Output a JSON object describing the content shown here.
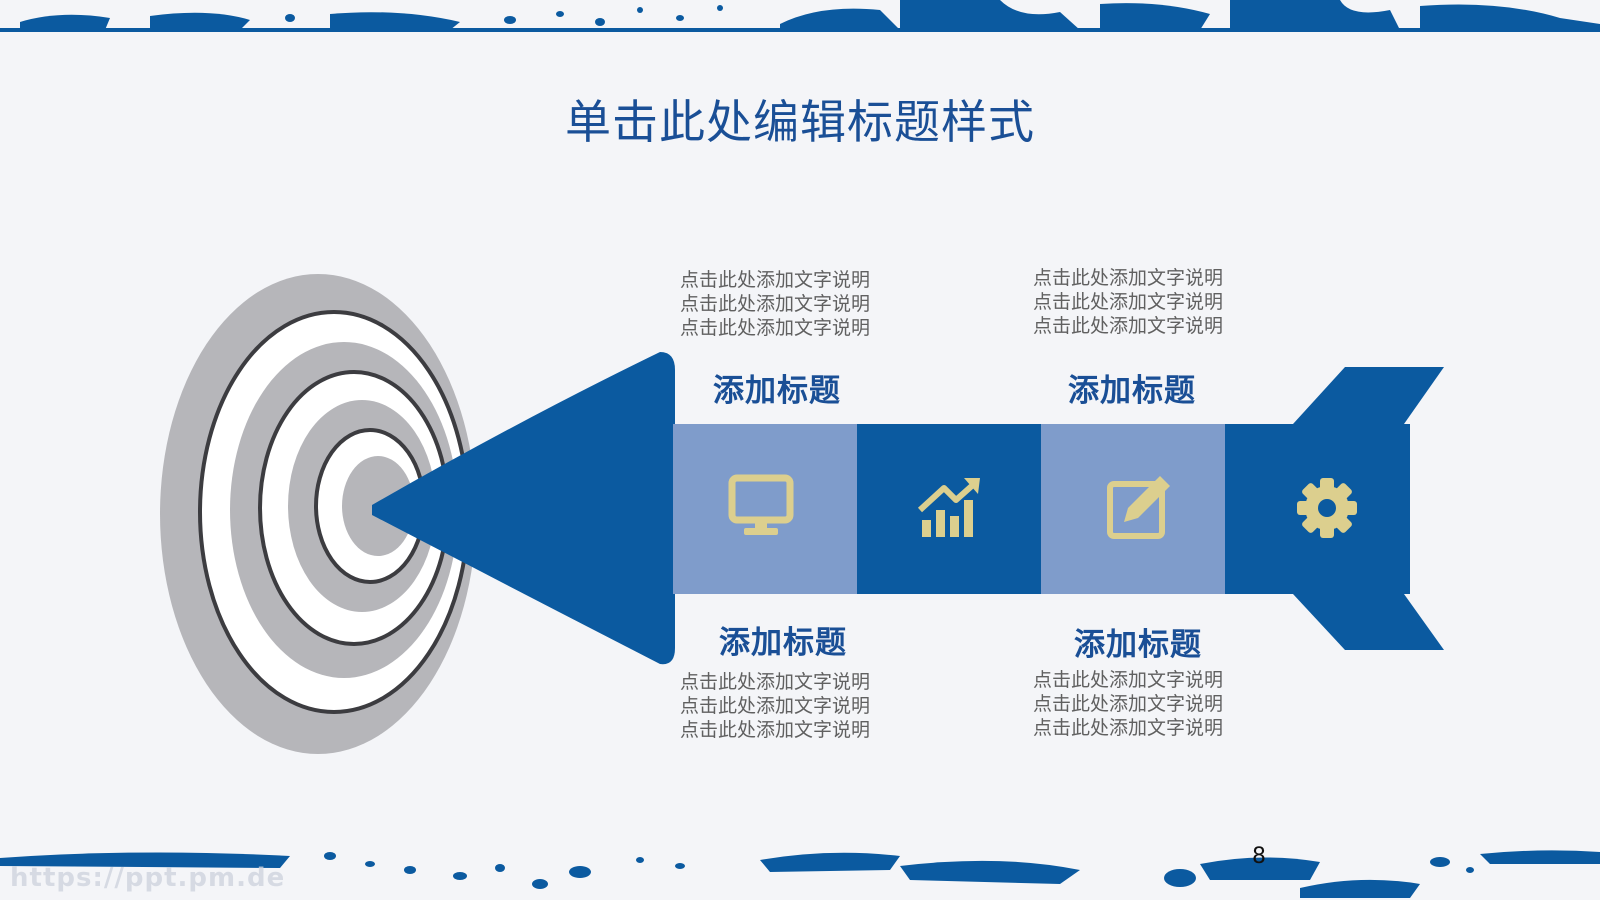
{
  "slide": {
    "title": "单击此处编辑标题样式",
    "page_number": "8",
    "watermark": "https://ppt.pm.de"
  },
  "colors": {
    "brand_blue": "#0b5aa0",
    "light_blue": "#7f9ccb",
    "icon_yellow": "#dccf8e",
    "target_gray": "#b6b6ba",
    "text_gray": "#606060",
    "title_blue": "#1a4f96"
  },
  "sections": [
    {
      "id": "top-left",
      "heading": "添加标题",
      "lines": [
        "点击此处添加文字说明",
        "点击此处添加文字说明",
        "点击此处添加文字说明"
      ]
    },
    {
      "id": "bottom-left",
      "heading": "添加标题",
      "lines": [
        "点击此处添加文字说明",
        "点击此处添加文字说明",
        "点击此处添加文字说明"
      ]
    },
    {
      "id": "top-right",
      "heading": "添加标题",
      "lines": [
        "点击此处添加文字说明",
        "点击此处添加文字说明",
        "点击此处添加文字说明"
      ]
    },
    {
      "id": "bottom-right",
      "heading": "添加标题",
      "lines": [
        "点击此处添加文字说明",
        "点击此处添加文字说明",
        "点击此处添加文字说明"
      ]
    }
  ],
  "icons": [
    "monitor-icon",
    "growth-chart-icon",
    "edit-icon",
    "gear-icon"
  ]
}
